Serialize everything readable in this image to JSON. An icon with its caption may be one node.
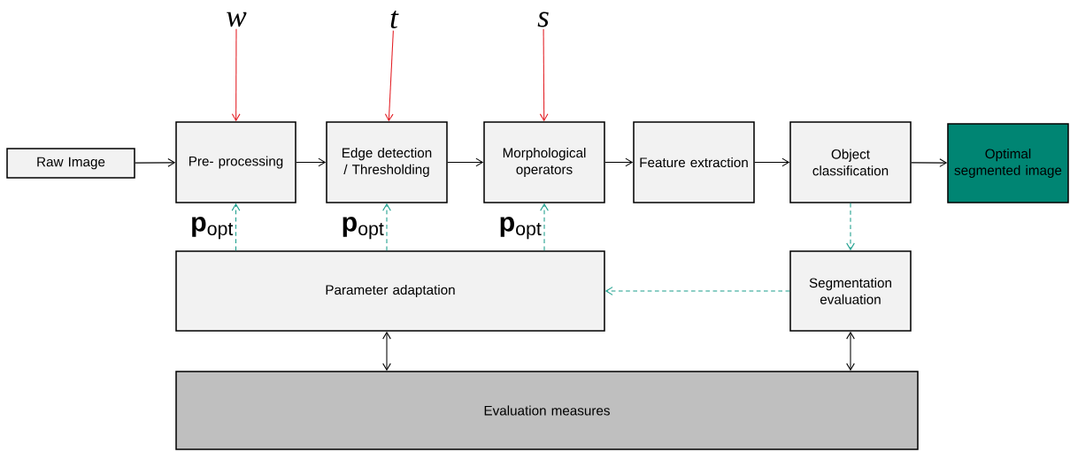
{
  "diagram": {
    "nodes": [
      {
        "text": [
          "w"
        ]
      },
      {
        "text": [
          "t"
        ]
      },
      {
        "text": [
          "s"
        ]
      },
      {
        "text": [
          "Raw Image"
        ]
      },
      {
        "text": [
          "Pre- processing"
        ]
      },
      {
        "text": [
          "Edge detection / Thresholding"
        ]
      },
      {
        "text": [
          "Morphological operators"
        ]
      },
      {
        "text": [
          "Feature extraction"
        ]
      },
      {
        "text": [
          "Object classification"
        ]
      },
      {
        "text": [
          "Optimal segmented image"
        ]
      },
      {
        "text": [
          "Parameter adaptation"
        ]
      },
      {
        "text": [
          "Segmentation evaluation"
        ]
      },
      {
        "text": [
          "Evaluation measures"
        ]
      }
    ],
    "edges": [
      {
        "from": 0,
        "to": 4,
        "arrow": "to",
        "color": "#e31e24"
      },
      {
        "from": 1,
        "to": 5,
        "arrow": "to",
        "color": "#e31e24"
      },
      {
        "from": 2,
        "to": 6,
        "arrow": "to",
        "color": "#e31e24"
      },
      {
        "from": 3,
        "to": 4,
        "arrow": "to"
      },
      {
        "from": 4,
        "to": 5,
        "arrow": "to"
      },
      {
        "from": 5,
        "to": 6,
        "arrow": "to"
      },
      {
        "from": 6,
        "to": 7,
        "arrow": "to"
      },
      {
        "from": 7,
        "to": 8,
        "arrow": "to"
      },
      {
        "from": 8,
        "to": 9,
        "arrow": "to"
      },
      {
        "from": 10,
        "to": 4,
        "arrow": "to",
        "style": "dashed",
        "color": "#1b9e8c",
        "label": "**p**$_{opt}$"
      },
      {
        "from": 10,
        "to": 5,
        "arrow": "to",
        "style": "dashed",
        "color": "#1b9e8c",
        "label": "**p**$_{opt}$"
      },
      {
        "from": 10,
        "to": 6,
        "arrow": "to",
        "style": "dashed",
        "color": "#1b9e8c",
        "label": "**p**$_{opt}$"
      },
      {
        "from": 8,
        "to": 11,
        "arrow": "to",
        "style": "dashed",
        "color": "#1b9e8c"
      },
      {
        "from": 11,
        "to": 10,
        "arrow": "to",
        "style": "dashed",
        "color": "#1b9e8c"
      },
      {
        "from": 10,
        "to": 12,
        "arrow": "both"
      },
      {
        "from": 11,
        "to": 12,
        "arrow": "both"
      }
    ]
  }
}
